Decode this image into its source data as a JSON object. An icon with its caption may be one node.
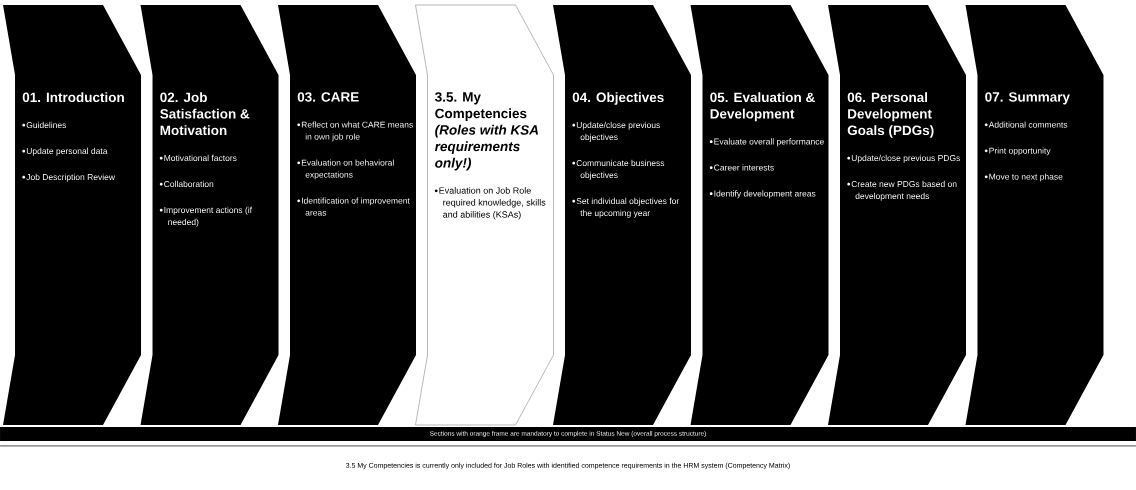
{
  "diagram": {
    "caption": "3.5 My Competencies is currently only included for Job Roles with identified competence requirements in the HRM system (Competency Matrix)",
    "nodes": [
      {
        "text": [
          "01. Introduction",
          "Guidelines",
          "Update personal data",
          "Job Description Review"
        ]
      },
      {
        "text": [
          "02. Job Satisfaction & Motivation",
          "Motivational factors",
          "Collaboration",
          "Improvement actions (if needed)"
        ]
      },
      {
        "text": [
          "03. CARE",
          "Reflect on what CARE means in own job role",
          "Evaluation on behavioral expectations",
          "Identification of improvement areas"
        ]
      },
      {
        "text": [
          "3.5. My Competencies",
          "(Roles with KSA requirements only!)",
          "Evaluation on Job Role required knowledge, skills and abilities (KSAs)"
        ]
      },
      {
        "text": [
          "04. Objectives",
          "Update/close previous objectives",
          "Communicate business objectives",
          "Set individual objectives for the upcoming year"
        ]
      },
      {
        "text": [
          "05. Evaluation & Development",
          "Evaluate overall performance",
          "Career interests",
          "Identify development areas"
        ]
      },
      {
        "text": [
          "06. Personal Development Goals (PDGs)",
          "Update/close previous PDGs",
          "Create new PDGs based on development needs"
        ]
      },
      {
        "text": [
          "07. Summary",
          "Additional comments",
          "Print opportunity",
          "Move to next phase"
        ]
      },
      {
        "text": [
          "Sections with orange frame are mandatory to complete in Status New (overall process structure)"
        ]
      }
    ]
  }
}
